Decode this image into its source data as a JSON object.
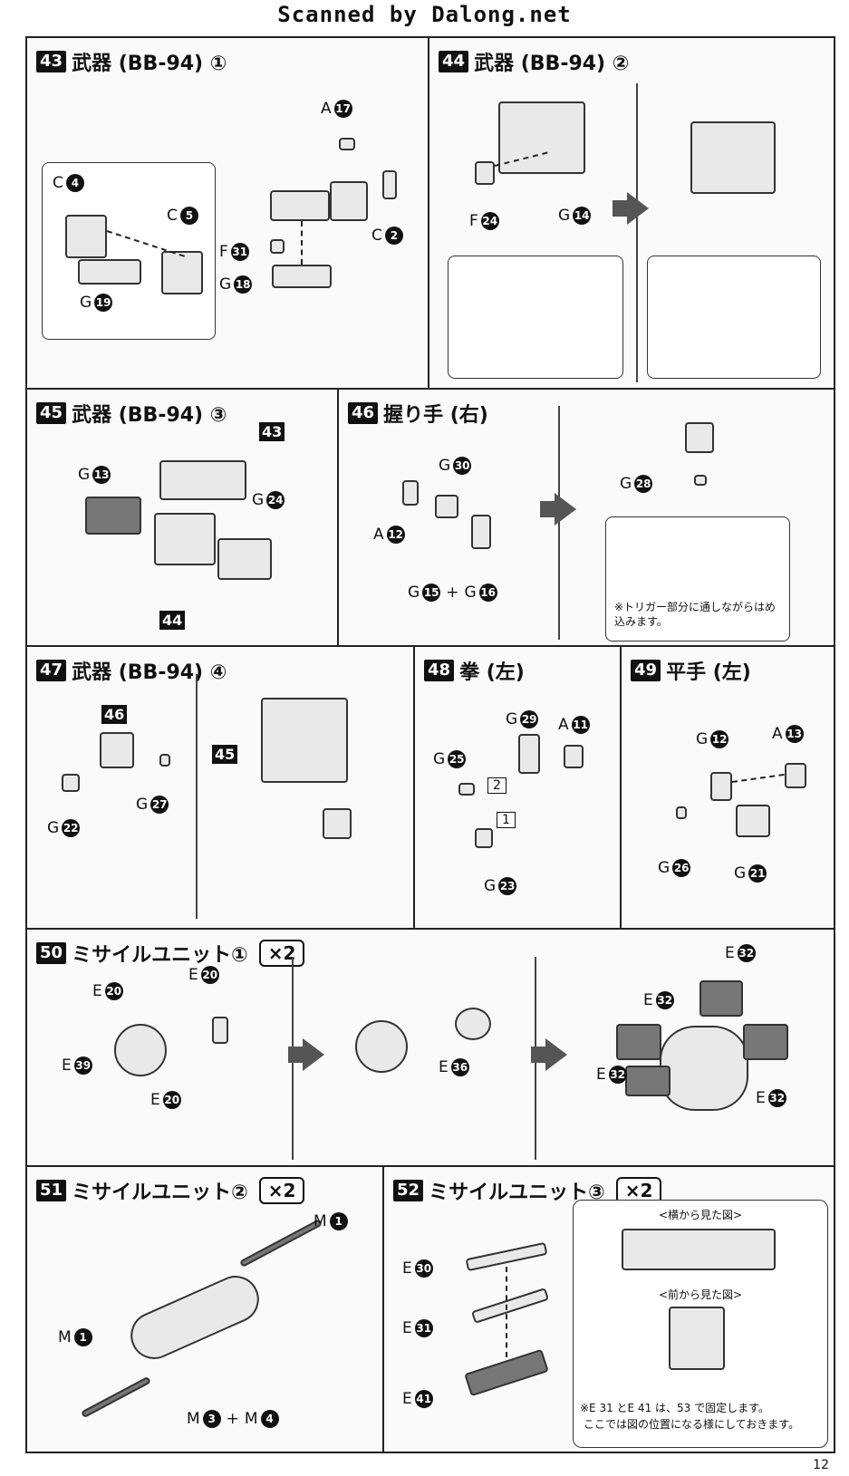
{
  "header": "Scanned by Dalong.net",
  "page_number": "12",
  "steps": {
    "s43": {
      "num": "43",
      "title": "武器 (BB-94) ①",
      "labels": {
        "a17": "A",
        "c4": "C",
        "c5": "C",
        "c2": "C",
        "f31": "F",
        "g19": "G",
        "g18": "G"
      },
      "nums": {
        "a17": "17",
        "c4": "4",
        "c5": "5",
        "c2": "2",
        "f31": "31",
        "g19": "19",
        "g18": "18"
      }
    },
    "s44": {
      "num": "44",
      "title": "武器 (BB-94) ②",
      "labels": {
        "f24": "F",
        "g14": "G"
      },
      "nums": {
        "f24": "24",
        "g14": "14"
      }
    },
    "s45": {
      "num": "45",
      "title": "武器 (BB-94) ③",
      "labels": {
        "g13": "G",
        "g24": "G"
      },
      "nums": {
        "g13": "13",
        "g24": "24"
      },
      "tags": {
        "t43": "43",
        "t44": "44"
      }
    },
    "s46": {
      "num": "46",
      "title": "握り手 (右)",
      "labels": {
        "g30": "G",
        "a12": "A",
        "g15": "G",
        "g16": "G",
        "g28": "G"
      },
      "nums": {
        "g30": "30",
        "a12": "12",
        "g15": "15",
        "g16": "16",
        "g28": "28"
      },
      "plus": "+",
      "note": "※トリガー部分に通しながらはめ込みます。"
    },
    "s47": {
      "num": "47",
      "title": "武器 (BB-94) ④",
      "labels": {
        "g22": "G",
        "g27": "G"
      },
      "nums": {
        "g22": "22",
        "g27": "27"
      },
      "tags": {
        "t46": "46",
        "t45": "45"
      }
    },
    "s48": {
      "num": "48",
      "title": "拳 (左)",
      "labels": {
        "g29": "G",
        "a11": "A",
        "g25": "G",
        "g23": "G"
      },
      "nums": {
        "g29": "29",
        "a11": "11",
        "g25": "25",
        "g23": "23"
      },
      "order": {
        "o1": "1",
        "o2": "2"
      }
    },
    "s49": {
      "num": "49",
      "title": "平手 (左)",
      "labels": {
        "g12": "G",
        "a13": "A",
        "g26": "G",
        "g21": "G"
      },
      "nums": {
        "g12": "12",
        "a13": "13",
        "g26": "26",
        "g21": "21"
      }
    },
    "s50": {
      "num": "50",
      "title": "ミサイルユニット①",
      "qty": "×2",
      "labels": {
        "e20a": "E",
        "e20b": "E",
        "e20c": "E",
        "e39": "E",
        "e36": "E",
        "e32a": "E",
        "e32b": "E",
        "e32c": "E",
        "e32d": "E"
      },
      "nums": {
        "e20a": "20",
        "e20b": "20",
        "e20c": "20",
        "e39": "39",
        "e36": "36",
        "e32a": "32",
        "e32b": "32",
        "e32c": "32",
        "e32d": "32"
      }
    },
    "s51": {
      "num": "51",
      "title": "ミサイルユニット②",
      "qty": "×2",
      "labels": {
        "m1a": "M",
        "m1b": "M",
        "m3": "M",
        "m4": "M"
      },
      "nums": {
        "m1a": "1",
        "m1b": "1",
        "m3": "3",
        "m4": "4"
      },
      "plus": "+"
    },
    "s52": {
      "num": "52",
      "title": "ミサイルユニット③",
      "qty": "×2",
      "labels": {
        "e30": "E",
        "e31": "E",
        "e41": "E"
      },
      "nums": {
        "e30": "30",
        "e31": "31",
        "e41": "41"
      },
      "side_view": "<横から見た図>",
      "front_view": "<前から見た図>",
      "note_line1": "※E 31 とE 41 は、53 で固定します。",
      "note_line2": "ここでは図の位置になる様にしておきます。"
    }
  }
}
